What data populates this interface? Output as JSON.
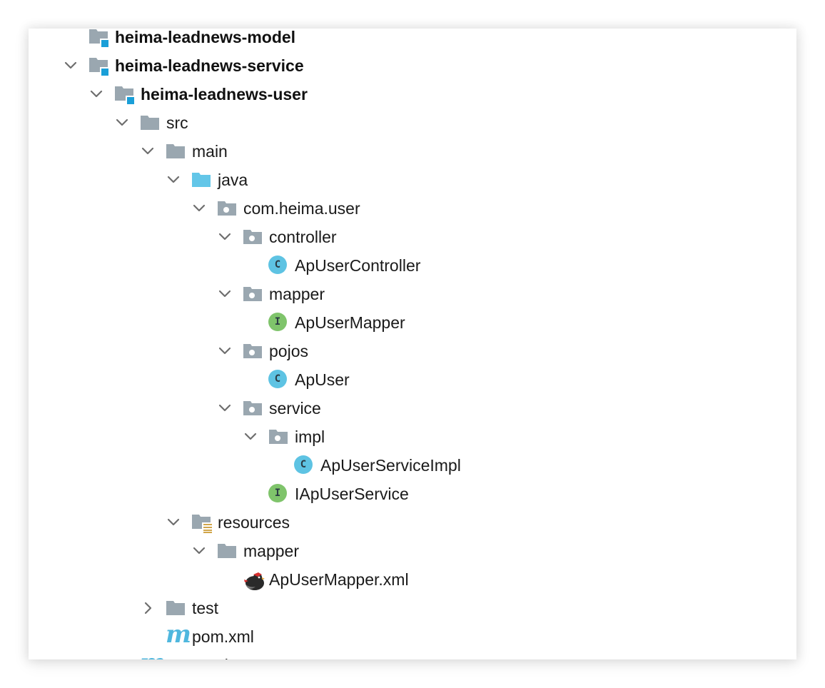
{
  "tree": {
    "items": [
      {
        "label": "heima-leadnews-model",
        "depth": 0,
        "icon": "module-folder-icon",
        "expanded": null,
        "bold": true
      },
      {
        "label": "heima-leadnews-service",
        "depth": 0,
        "icon": "module-folder-icon",
        "expanded": true,
        "bold": true
      },
      {
        "label": "heima-leadnews-user",
        "depth": 1,
        "icon": "module-folder-icon",
        "expanded": true,
        "bold": true
      },
      {
        "label": "src",
        "depth": 2,
        "icon": "folder-icon",
        "expanded": true
      },
      {
        "label": "main",
        "depth": 3,
        "icon": "folder-icon",
        "expanded": true
      },
      {
        "label": "java",
        "depth": 4,
        "icon": "source-folder-icon",
        "expanded": true
      },
      {
        "label": "com.heima.user",
        "depth": 5,
        "icon": "package-icon",
        "expanded": true
      },
      {
        "label": "controller",
        "depth": 6,
        "icon": "package-icon",
        "expanded": true
      },
      {
        "label": "ApUserController",
        "depth": 7,
        "icon": "class-icon",
        "badge": "C"
      },
      {
        "label": "mapper",
        "depth": 6,
        "icon": "package-icon",
        "expanded": true
      },
      {
        "label": "ApUserMapper",
        "depth": 7,
        "icon": "interface-icon",
        "badge": "I"
      },
      {
        "label": "pojos",
        "depth": 6,
        "icon": "package-icon",
        "expanded": true
      },
      {
        "label": "ApUser",
        "depth": 7,
        "icon": "class-icon",
        "badge": "C"
      },
      {
        "label": "service",
        "depth": 6,
        "icon": "package-icon",
        "expanded": true
      },
      {
        "label": "impl",
        "depth": 7,
        "icon": "package-icon",
        "expanded": true
      },
      {
        "label": "ApUserServiceImpl",
        "depth": 8,
        "icon": "class-icon",
        "badge": "C"
      },
      {
        "label": "IApUserService",
        "depth": 7,
        "icon": "interface-icon",
        "badge": "I"
      },
      {
        "label": "resources",
        "depth": 4,
        "icon": "resources-folder-icon",
        "expanded": true
      },
      {
        "label": "mapper",
        "depth": 5,
        "icon": "folder-icon",
        "expanded": true
      },
      {
        "label": "ApUserMapper.xml",
        "depth": 6,
        "icon": "mybatis-xml-icon"
      },
      {
        "label": "test",
        "depth": 3,
        "icon": "folder-icon",
        "expanded": false
      },
      {
        "label": "pom.xml",
        "depth": 3,
        "icon": "maven-icon",
        "badge": "m"
      },
      {
        "label": "pom.xml",
        "depth": 2,
        "icon": "maven-icon",
        "badge": "m"
      }
    ]
  },
  "colors": {
    "folder": "#9aa7b0",
    "source_folder": "#63c6e8",
    "module_marker": "#1a9fd8",
    "class_badge": "#5ec3e3",
    "interface_badge": "#7fc46b",
    "maven": "#4fb7de",
    "resources_marker": "#d1a64b"
  }
}
